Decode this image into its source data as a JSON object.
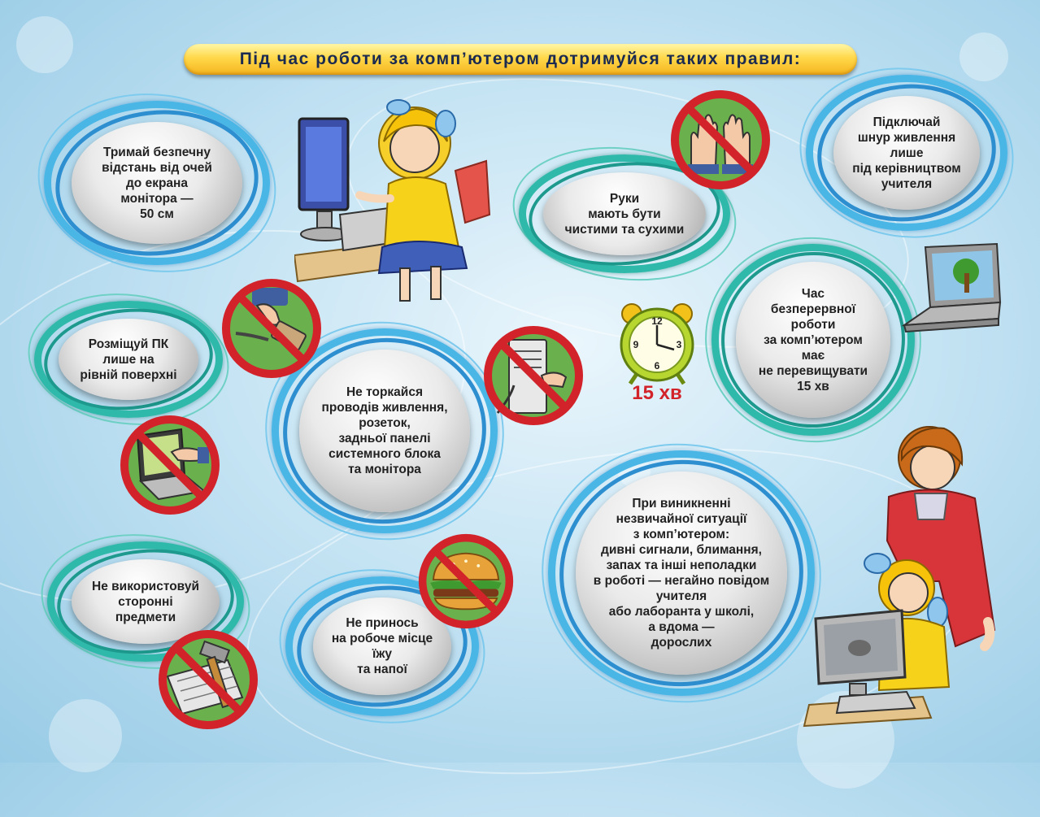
{
  "title": "Під час роботи за комп’ютером дотримуйся таких правил:",
  "rules": [
    {
      "text": "Тримай безпечну\nвідстань від очей\nдо екрана\nмонітора —\n50 см"
    },
    {
      "text": "Руки\nмають бути\nчистими та сухими"
    },
    {
      "text": "Підключай\nшнур живлення\nлише\nпід керівництвом\nучителя"
    },
    {
      "text": "Час\nбезперервної\nроботи\nза комп’ютером\nмає\nне перевищувати\n15 хв"
    },
    {
      "text": "Розміщуй ПК\nлише на\nрівній поверхні"
    },
    {
      "text": "Не торкайся\nпроводів живлення,\nрозеток,\nзадньої панелі\nсистемного блока\nта монітора"
    },
    {
      "text": "Не використовуй\nсторонні\nпредмети"
    },
    {
      "text": "Не принось\nна робоче місце\nїжу\nта напої"
    },
    {
      "text": "При виникненні\nнезвичайної ситуації\nз комп’ютером:\nдивні сигнали, блимання,\nзапах та інші неполадки\nв роботі — негайно повідом\nучителя\nабо лаборанта у школі,\nа вдома —\nдорослих"
    }
  ],
  "clock": {
    "label": "15 хв",
    "numbers": [
      "12",
      "3",
      "6",
      "9"
    ]
  },
  "colors": {
    "title_bg": "#ffd84a",
    "ring_blue": "#49b6e6",
    "ring_teal": "#2fb9aa",
    "prohibit_red": "#d2232a"
  },
  "icons": [
    "prohibited-hands-icon",
    "prohibited-plug-icon",
    "prohibited-cables-icon",
    "prohibited-touch-screen-icon",
    "prohibited-food-icon",
    "prohibited-hammer-icon",
    "alarm-clock-icon",
    "laptop-icon"
  ]
}
